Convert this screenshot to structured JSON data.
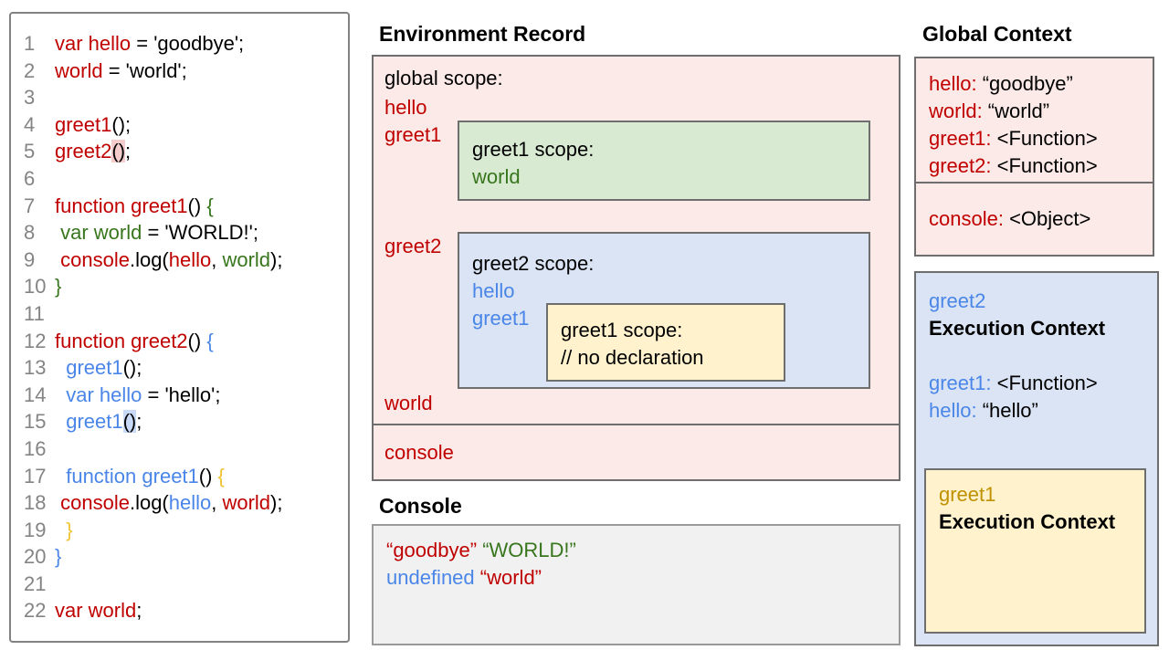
{
  "palette": {
    "red": "#c00000",
    "green": "#38761d",
    "blue": "#4a86e8",
    "gold_light": "#f1c232",
    "gold_dark": "#bf9000",
    "pink_bg": "#fceae8",
    "green_bg": "#d9ead3",
    "blue_bg": "#dae4f5",
    "yellow_bg": "#fff2cc",
    "console_bg": "#f1f1f1",
    "box_border": "#6e6e6e",
    "line_number_gray": "#848484",
    "highlight_pink": "#f4cccc",
    "highlight_blue": "#c9daf8"
  },
  "code_panel": {
    "lines": [
      {
        "num": "1",
        "tokens": [
          {
            "t": "var hello",
            "c": "red"
          },
          {
            "t": " = 'goodbye';",
            "c": "blk"
          }
        ]
      },
      {
        "num": "2",
        "tokens": [
          {
            "t": "world",
            "c": "red"
          },
          {
            "t": " = 'world';",
            "c": "blk"
          }
        ]
      },
      {
        "num": "3",
        "tokens": []
      },
      {
        "num": "4",
        "tokens": [
          {
            "t": "greet1",
            "c": "red"
          },
          {
            "t": "();",
            "c": "blk"
          }
        ]
      },
      {
        "num": "5",
        "tokens": [
          {
            "t": "greet2",
            "c": "red"
          },
          {
            "t": "()",
            "c": "blk",
            "hl": "pink"
          },
          {
            "t": ";",
            "c": "blk"
          }
        ]
      },
      {
        "num": "6",
        "tokens": []
      },
      {
        "num": "7",
        "tokens": [
          {
            "t": "function greet1",
            "c": "red"
          },
          {
            "t": "() ",
            "c": "blk"
          },
          {
            "t": "{",
            "c": "grn"
          }
        ]
      },
      {
        "num": "8",
        "tokens": [
          {
            "t": " var world",
            "c": "grn"
          },
          {
            "t": " = 'WORLD!';",
            "c": "blk"
          }
        ]
      },
      {
        "num": "9",
        "tokens": [
          {
            "t": " console",
            "c": "red"
          },
          {
            "t": ".log(",
            "c": "blk"
          },
          {
            "t": "hello",
            "c": "red"
          },
          {
            "t": ", ",
            "c": "blk"
          },
          {
            "t": "world",
            "c": "grn"
          },
          {
            "t": ");",
            "c": "blk"
          }
        ]
      },
      {
        "num": "10",
        "tokens": [
          {
            "t": "}",
            "c": "grn"
          }
        ]
      },
      {
        "num": "11",
        "tokens": []
      },
      {
        "num": "12",
        "tokens": [
          {
            "t": "function greet2",
            "c": "red"
          },
          {
            "t": "() ",
            "c": "blk"
          },
          {
            "t": "{",
            "c": "blu"
          }
        ]
      },
      {
        "num": "13",
        "tokens": [
          {
            "t": "  greet1",
            "c": "blu"
          },
          {
            "t": "();",
            "c": "blk"
          }
        ]
      },
      {
        "num": "14",
        "tokens": [
          {
            "t": "  var hello",
            "c": "blu"
          },
          {
            "t": " = 'hello';",
            "c": "blk"
          }
        ]
      },
      {
        "num": "15",
        "tokens": [
          {
            "t": "  greet1",
            "c": "blu"
          },
          {
            "t": "()",
            "c": "blk",
            "hl": "blue"
          },
          {
            "t": ";",
            "c": "blk"
          }
        ]
      },
      {
        "num": "16",
        "tokens": []
      },
      {
        "num": "17",
        "tokens": [
          {
            "t": "  function greet1",
            "c": "blu"
          },
          {
            "t": "() ",
            "c": "blk"
          },
          {
            "t": "{",
            "c": "gld"
          }
        ]
      },
      {
        "num": "18",
        "tokens": [
          {
            "t": " console",
            "c": "red"
          },
          {
            "t": ".log(",
            "c": "blk"
          },
          {
            "t": "hello",
            "c": "blu"
          },
          {
            "t": ", ",
            "c": "blk"
          },
          {
            "t": "world",
            "c": "red"
          },
          {
            "t": ");",
            "c": "blk"
          }
        ]
      },
      {
        "num": "19",
        "tokens": [
          {
            "t": "  }",
            "c": "gld"
          }
        ]
      },
      {
        "num": "20",
        "tokens": [
          {
            "t": "}",
            "c": "blu"
          }
        ]
      },
      {
        "num": "21",
        "tokens": []
      },
      {
        "num": "22",
        "tokens": [
          {
            "t": "var world",
            "c": "red"
          },
          {
            "t": ";",
            "c": "blk"
          }
        ]
      }
    ]
  },
  "environment_record": {
    "title": "Environment Record",
    "global_scope_label": "global scope:",
    "var_hello": "hello",
    "var_greet1": "greet1",
    "var_greet2": "greet2",
    "var_world": "world",
    "console_label": "console",
    "greet1_scope": {
      "title": "greet1 scope:",
      "var_world": "world"
    },
    "greet2_scope": {
      "title": "greet2 scope:",
      "var_hello": "hello",
      "var_greet1": "greet1",
      "greet1_inner_scope": {
        "title": "greet1 scope:",
        "comment": "// no declaration"
      }
    }
  },
  "console_panel": {
    "title": "Console",
    "lines": [
      [
        {
          "t": "“goodbye”",
          "c": "red"
        },
        {
          "t": " ",
          "c": "blk"
        },
        {
          "t": "“WORLD!”",
          "c": "grn"
        }
      ],
      [
        {
          "t": "undefined",
          "c": "blu"
        },
        {
          "t": " ",
          "c": "blk"
        },
        {
          "t": "“world”",
          "c": "red"
        }
      ]
    ]
  },
  "global_context": {
    "title": "Global Context",
    "entries": [
      {
        "key": "hello:",
        "val": " “goodbye”"
      },
      {
        "key": "world:",
        "val": " “world”"
      },
      {
        "key": "greet1:",
        "val": " <Function>"
      },
      {
        "key": "greet2:",
        "val": " <Function>"
      }
    ],
    "console_entry": {
      "key": "console:",
      "val": " <Object>"
    }
  },
  "execution_context": {
    "name": "greet2",
    "title": "Execution Context",
    "entries": [
      {
        "key": "greet1:",
        "val": " <Function>"
      },
      {
        "key": "hello:",
        "val": " “hello”"
      }
    ],
    "inner": {
      "name": "greet1",
      "title": "Execution Context"
    }
  }
}
